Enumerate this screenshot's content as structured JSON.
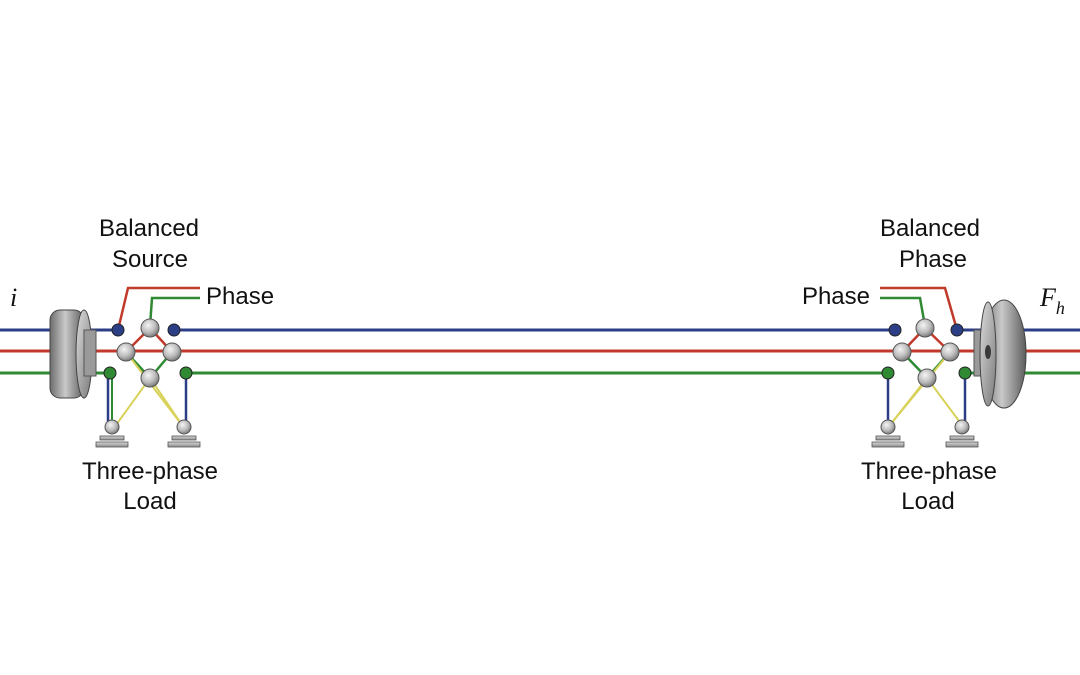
{
  "labels": {
    "left_current": "i",
    "right_symbol_main": "F",
    "right_symbol_sub": "h",
    "left_top_line1": "Balanced",
    "left_top_line2": "Source",
    "left_phase": "Phase",
    "left_bottom_line1": "Three-phase",
    "left_bottom_line2": "Load",
    "right_top_line1": "Balanced",
    "right_top_line2": "Phase",
    "right_phase": "Phase",
    "right_bottom_line1": "Three-phase",
    "right_bottom_line2": "Load"
  },
  "colors": {
    "line_blue": "#2c3f86",
    "line_red": "#c0392b",
    "line_green": "#2f8a33",
    "line_yellow": "#d8d25a",
    "node_gray": "#b8b8b8",
    "disc_gray": "#8a8a8a"
  },
  "icons": [
    "left-disc-icon",
    "right-disc-icon",
    "ground-symbol-icon"
  ]
}
